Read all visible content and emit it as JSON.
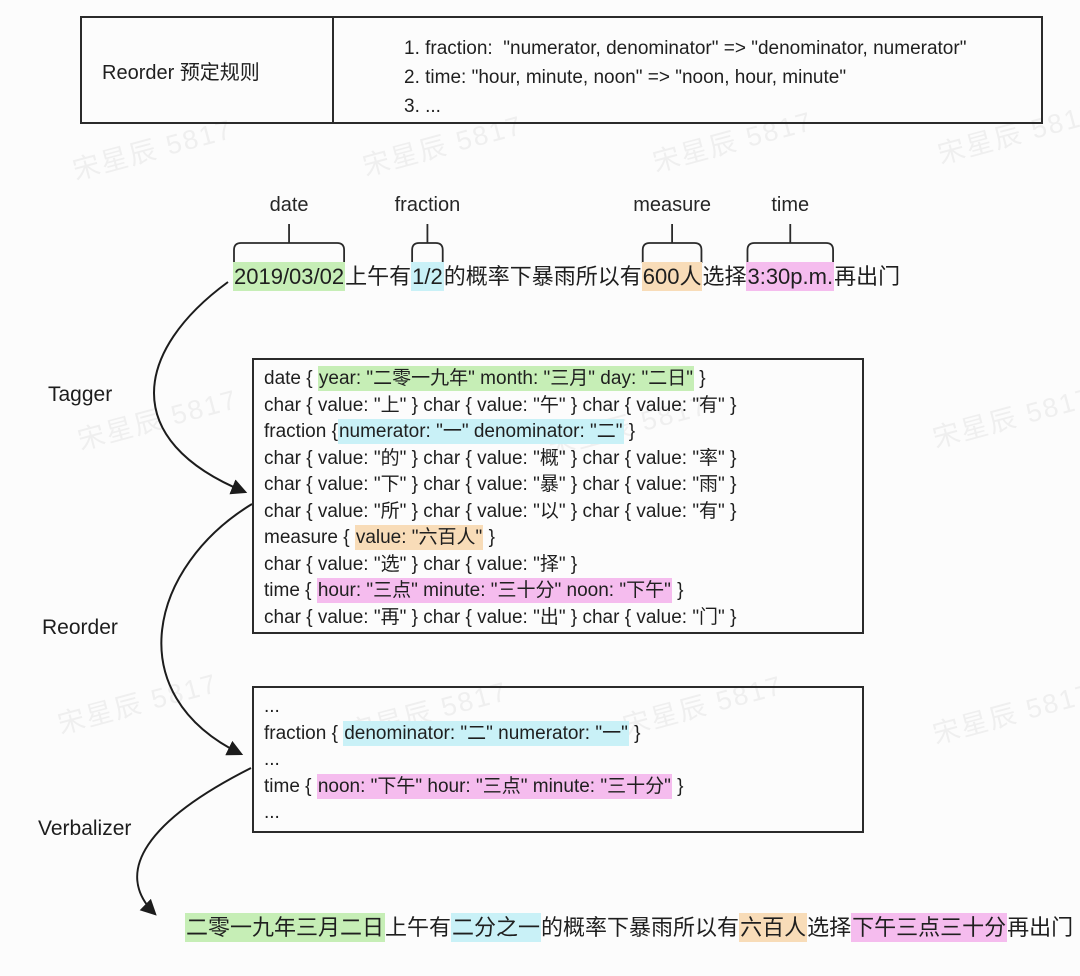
{
  "watermark": {
    "text": "宋星辰 5817"
  },
  "palette": {
    "green": "#c6eeb6",
    "cyan": "#c9f1f7",
    "orange": "#f8dcb8",
    "pink": "#f5bcee"
  },
  "rules_box": {
    "title": "Reorder 预定规则",
    "rules": [
      "1. fraction:  \"numerator, denominator\" => \"denominator, numerator\"",
      "2. time: \"hour, minute, noon\" => \"noon, hour, minute\"",
      "3. ..."
    ]
  },
  "input_sentence": {
    "segments": [
      {
        "t": "2019/03/02",
        "hl": "green",
        "label": "date"
      },
      {
        "t": "上午有"
      },
      {
        "t": "1/2",
        "hl": "cyan",
        "label": "fraction"
      },
      {
        "t": "的概率下暴雨所以有"
      },
      {
        "t": "600人",
        "hl": "orange",
        "label": "measure"
      },
      {
        "t": "选择"
      },
      {
        "t": "3:30p.m.",
        "hl": "pink",
        "label": "time"
      },
      {
        "t": "再出门"
      }
    ]
  },
  "flow_labels": {
    "tagger": "Tagger",
    "reorder": "Reorder",
    "verbalizer": "Verbalizer"
  },
  "tagger_box": {
    "lines": [
      [
        {
          "t": "date { "
        },
        {
          "t": "year: \"二零一九年\" month: \"三月\" day: \"二日\"",
          "hl": "green"
        },
        {
          "t": " }"
        }
      ],
      [
        {
          "t": "char { value: \"上\" } char { value: \"午\" } char { value: \"有\" }"
        }
      ],
      [
        {
          "t": "fraction {"
        },
        {
          "t": "numerator: \"一\" denominator: \"二\"",
          "hl": "cyan"
        },
        {
          "t": " }"
        }
      ],
      [
        {
          "t": "char { value: \"的\" } char { value: \"概\" } char { value: \"率\" }"
        }
      ],
      [
        {
          "t": "char { value: \"下\" } char { value: \"暴\" } char { value: \"雨\" }"
        }
      ],
      [
        {
          "t": "char { value: \"所\" } char { value: \"以\" } char { value: \"有\" }"
        }
      ],
      [
        {
          "t": "measure { "
        },
        {
          "t": "value: \"六百人\"",
          "hl": "orange"
        },
        {
          "t": " }"
        }
      ],
      [
        {
          "t": "char { value: \"选\" } char { value: \"择\" }"
        }
      ],
      [
        {
          "t": "time { "
        },
        {
          "t": "hour: \"三点\" minute: \"三十分\" noon: \"下午\"",
          "hl": "pink"
        },
        {
          "t": " }"
        }
      ],
      [
        {
          "t": "char { value: \"再\" } char { value: \"出\" } char { value: \"门\" }"
        }
      ]
    ]
  },
  "reorder_box": {
    "lines": [
      [
        {
          "t": "..."
        }
      ],
      [
        {
          "t": "fraction { "
        },
        {
          "t": "denominator: \"二\" numerator: \"一\"",
          "hl": "cyan"
        },
        {
          "t": " }"
        }
      ],
      [
        {
          "t": "..."
        }
      ],
      [
        {
          "t": "time { "
        },
        {
          "t": "noon: \"下午\" hour: \"三点\" minute: \"三十分\"",
          "hl": "pink"
        },
        {
          "t": " }"
        }
      ],
      [
        {
          "t": "..."
        }
      ]
    ]
  },
  "output_sentence": {
    "segments": [
      {
        "t": "二零一九年三月二日",
        "hl": "green"
      },
      {
        "t": "上午有"
      },
      {
        "t": "二分之一",
        "hl": "cyan"
      },
      {
        "t": "的概率下暴雨所以有"
      },
      {
        "t": "六百人",
        "hl": "orange"
      },
      {
        "t": "选择"
      },
      {
        "t": "下午三点三十分",
        "hl": "pink"
      },
      {
        "t": "再出门"
      }
    ]
  }
}
